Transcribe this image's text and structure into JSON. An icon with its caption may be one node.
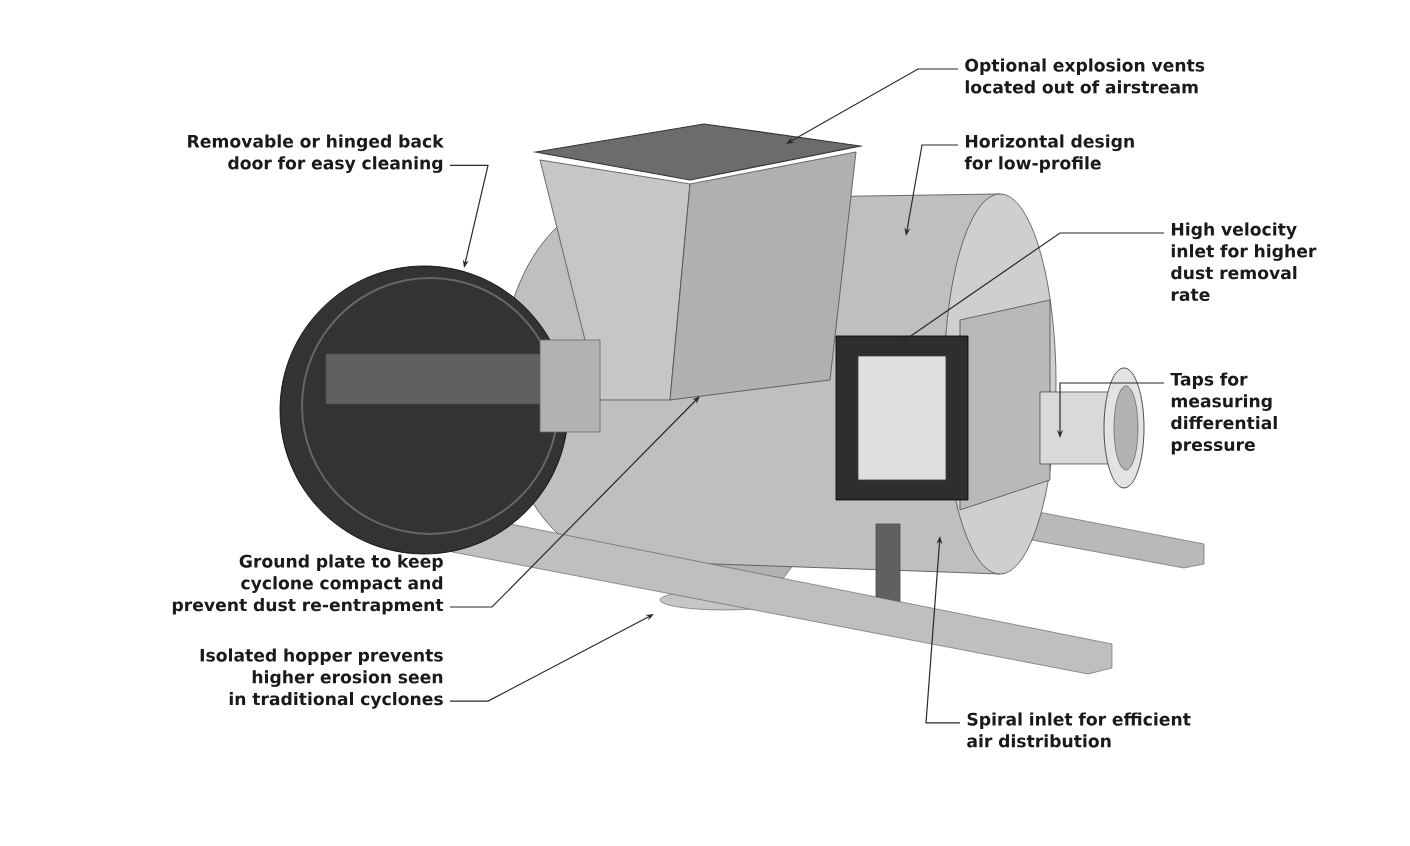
{
  "diagram": {
    "nodes": [
      {
        "text": [
          "Optional explosion vents located out of airstream"
        ]
      },
      {
        "text": [
          "Removable or hinged back door for easy cleaning"
        ]
      },
      {
        "text": [
          "Horizontal design for low-profile"
        ]
      },
      {
        "text": [
          "High velocity inlet for higher dust removal rate"
        ]
      },
      {
        "text": [
          "Taps for measuring differential pressure"
        ]
      },
      {
        "text": [
          "Ground plate to keep cyclone compact and prevent dust re-entrapment"
        ]
      },
      {
        "text": [
          "Isolated hopper prevents higher erosion seen in traditional cyclones"
        ]
      },
      {
        "text": [
          "Spiral inlet for efficient air distribution"
        ]
      }
    ],
    "edges": [
      {
        "from": 0,
        "to": null,
        "arrow": "to"
      },
      {
        "from": 1,
        "to": null,
        "arrow": "to"
      },
      {
        "from": 2,
        "to": null,
        "arrow": "to"
      },
      {
        "from": 3,
        "to": null,
        "arrow": "to"
      },
      {
        "from": 4,
        "to": null,
        "arrow": "to"
      },
      {
        "from": 5,
        "to": null,
        "arrow": "to"
      },
      {
        "from": 6,
        "to": null,
        "arrow": "to"
      },
      {
        "from": 7,
        "to": null,
        "arrow": "to"
      }
    ]
  }
}
